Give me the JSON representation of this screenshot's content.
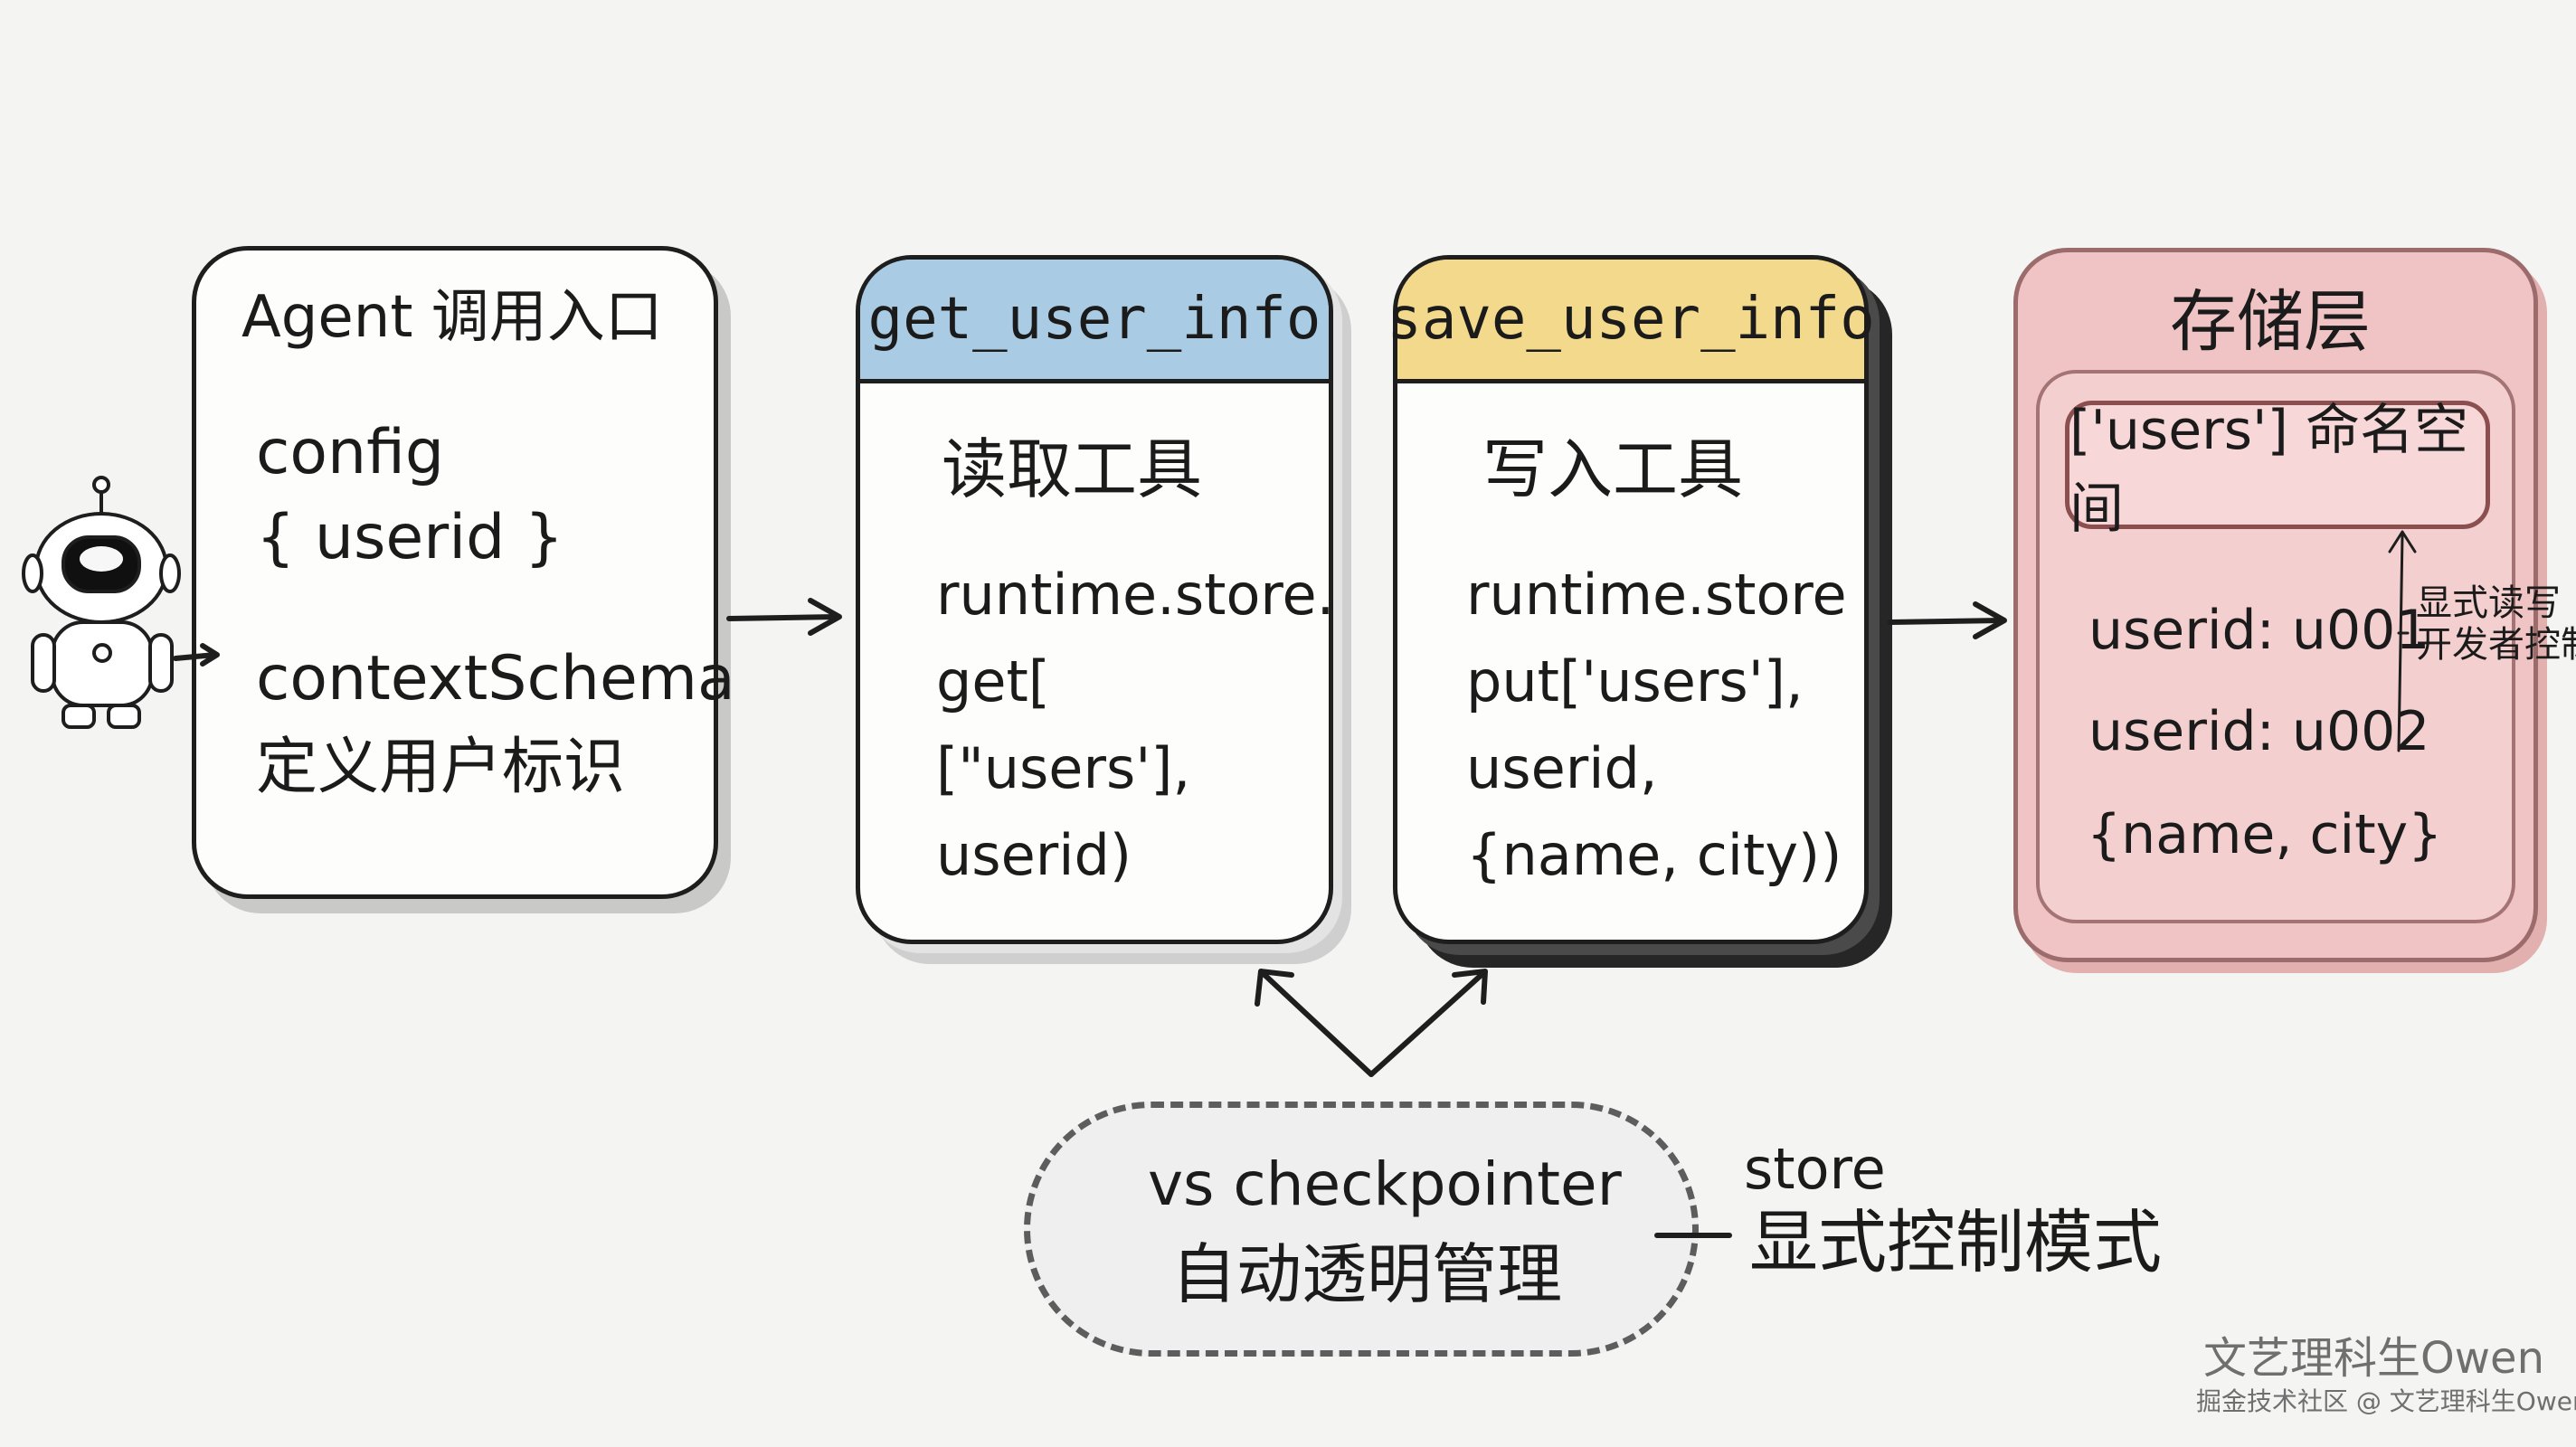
{
  "agent": {
    "title": "Agent 调用入口",
    "config_label": "config",
    "config_value": "{ userid }",
    "schema_label": "contextSchema",
    "schema_desc": "定义用户标识"
  },
  "get_tool": {
    "header": "get_user_info",
    "title": "读取工具",
    "code": [
      "runtime.store.",
      "get[",
      "[\"users'],",
      " userid)"
    ]
  },
  "save_tool": {
    "header": "save_user_info",
    "title": "写入工具",
    "code": [
      "runtime.store",
      "put['users'],",
      "userid,",
      "{name, city))"
    ]
  },
  "storage": {
    "title": "存储层",
    "namespace": "['users'] 命名空间",
    "rows": [
      "userid: u001",
      "userid: u002",
      "{name, city}"
    ],
    "note": [
      "显式读写",
      "开发者控制"
    ]
  },
  "checkpointer": {
    "line1": "vs checkpointer",
    "line2": "自动透明管理"
  },
  "store_note": {
    "line1": "store",
    "line2": "显式控制模式"
  },
  "watermark": {
    "author": "文艺理科生Owen",
    "site": "掘金技术社区 @ 文艺理科生Owen"
  },
  "colors": {
    "get_header": "#a9cce4",
    "save_header": "#f2d98b",
    "storage_fill": "#f0c4c4"
  }
}
